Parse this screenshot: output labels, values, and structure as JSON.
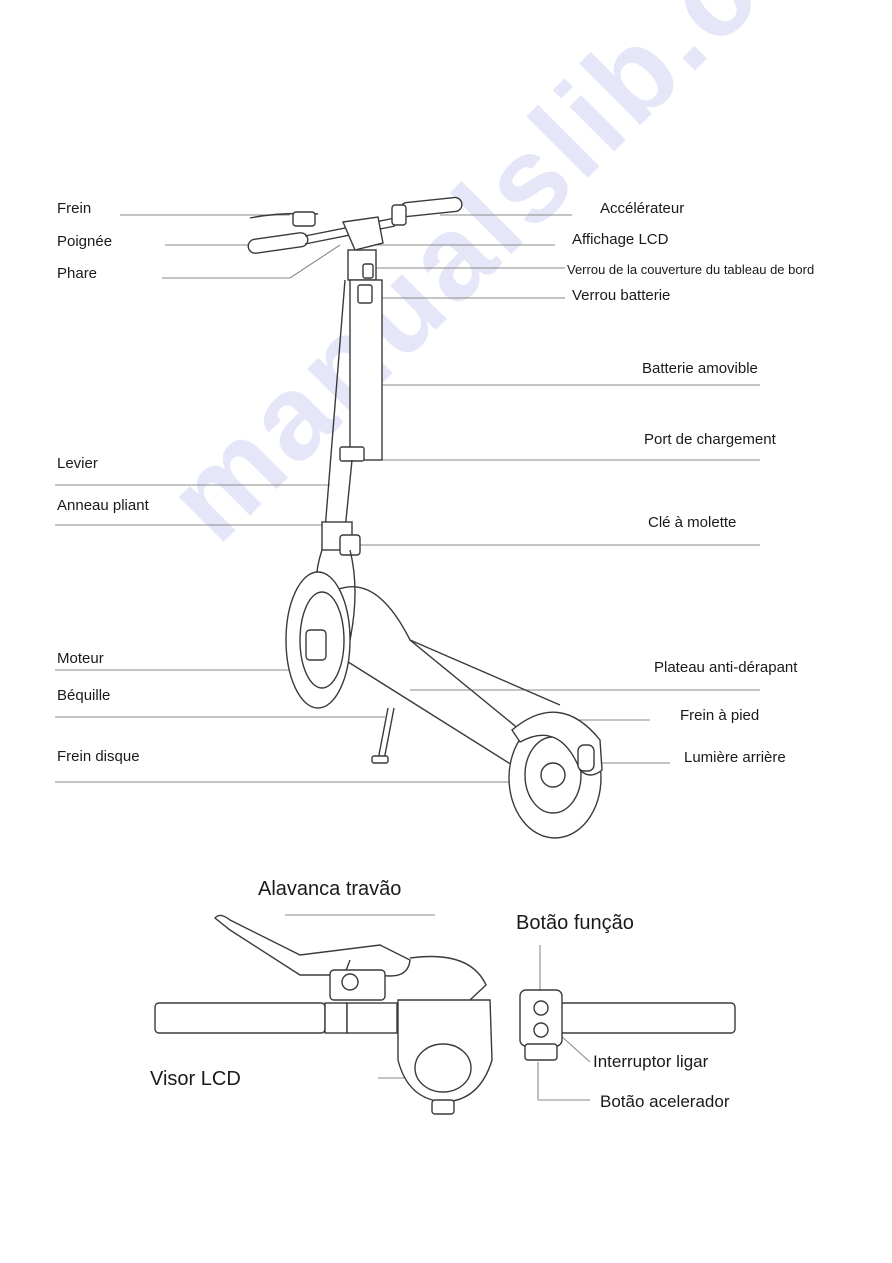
{
  "watermark": "manualslib.com",
  "scooter_diagram": {
    "labels_left": [
      "Frein",
      "Poignée",
      "Phare",
      "Levier",
      "Anneau pliant",
      "Moteur",
      "Béquille",
      "Frein disque"
    ],
    "labels_right": [
      "Accélérateur",
      "Affichage LCD",
      "Verrou de la couverture du tableau de bord",
      "Verrou batterie",
      "Batterie amovible",
      "Port de chargement",
      "Clé à molette",
      "Plateau anti-dérapant",
      "Frein à pied",
      "Lumière arrière"
    ]
  },
  "handlebar_diagram": {
    "labels": [
      "Alavanca travão",
      "Botão função",
      "Interruptor ligar",
      "Visor LCD",
      "Botão acelerador"
    ]
  }
}
